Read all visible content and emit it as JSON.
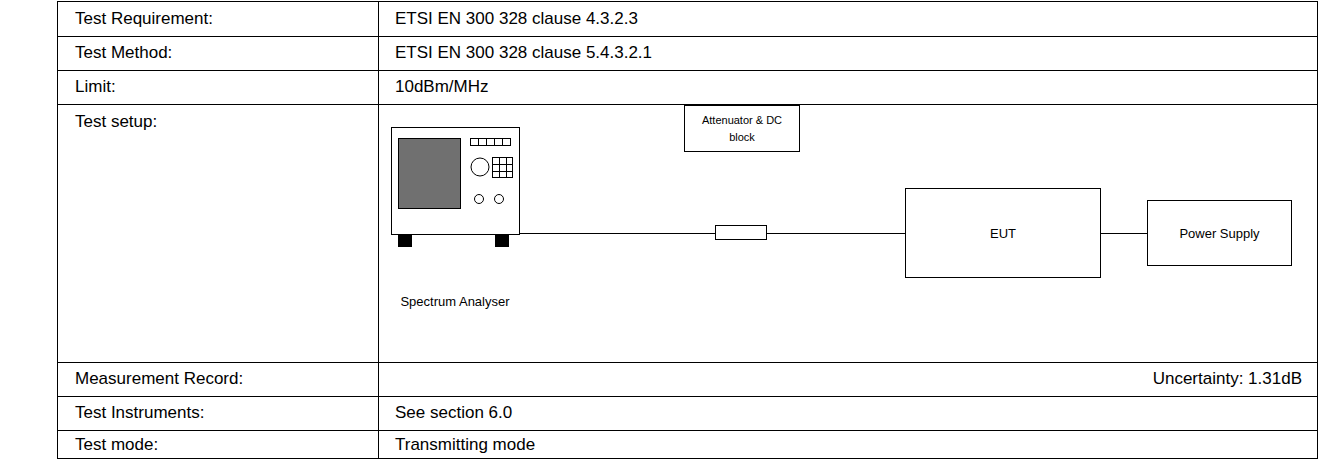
{
  "diagram": {
    "nodes": [
      {
        "text": [
          "Spectrum Analyser"
        ]
      },
      {
        "text": [
          "Attenuator & DC block"
        ]
      },
      {
        "text": [
          "EUT"
        ]
      },
      {
        "text": [
          "Power Supply"
        ]
      }
    ],
    "edges": [
      {
        "from": 0,
        "to": 1,
        "arrow": "none"
      },
      {
        "from": 1,
        "to": 2,
        "arrow": "none"
      },
      {
        "from": 2,
        "to": 3,
        "arrow": "none"
      }
    ],
    "labels": [
      "Test Requirement:",
      "ETSI EN 300 328 clause 4.3.2.3",
      "Test Method:",
      "ETSI EN 300 328 clause 5.4.3.2.1",
      "Limit:",
      "10dBm/MHz",
      "Test setup:",
      "Measurement Record:",
      "Uncertainty: 1.31dB",
      "Test Instruments:",
      "See section 6.0",
      "Test mode:",
      "Transmitting mode"
    ]
  }
}
